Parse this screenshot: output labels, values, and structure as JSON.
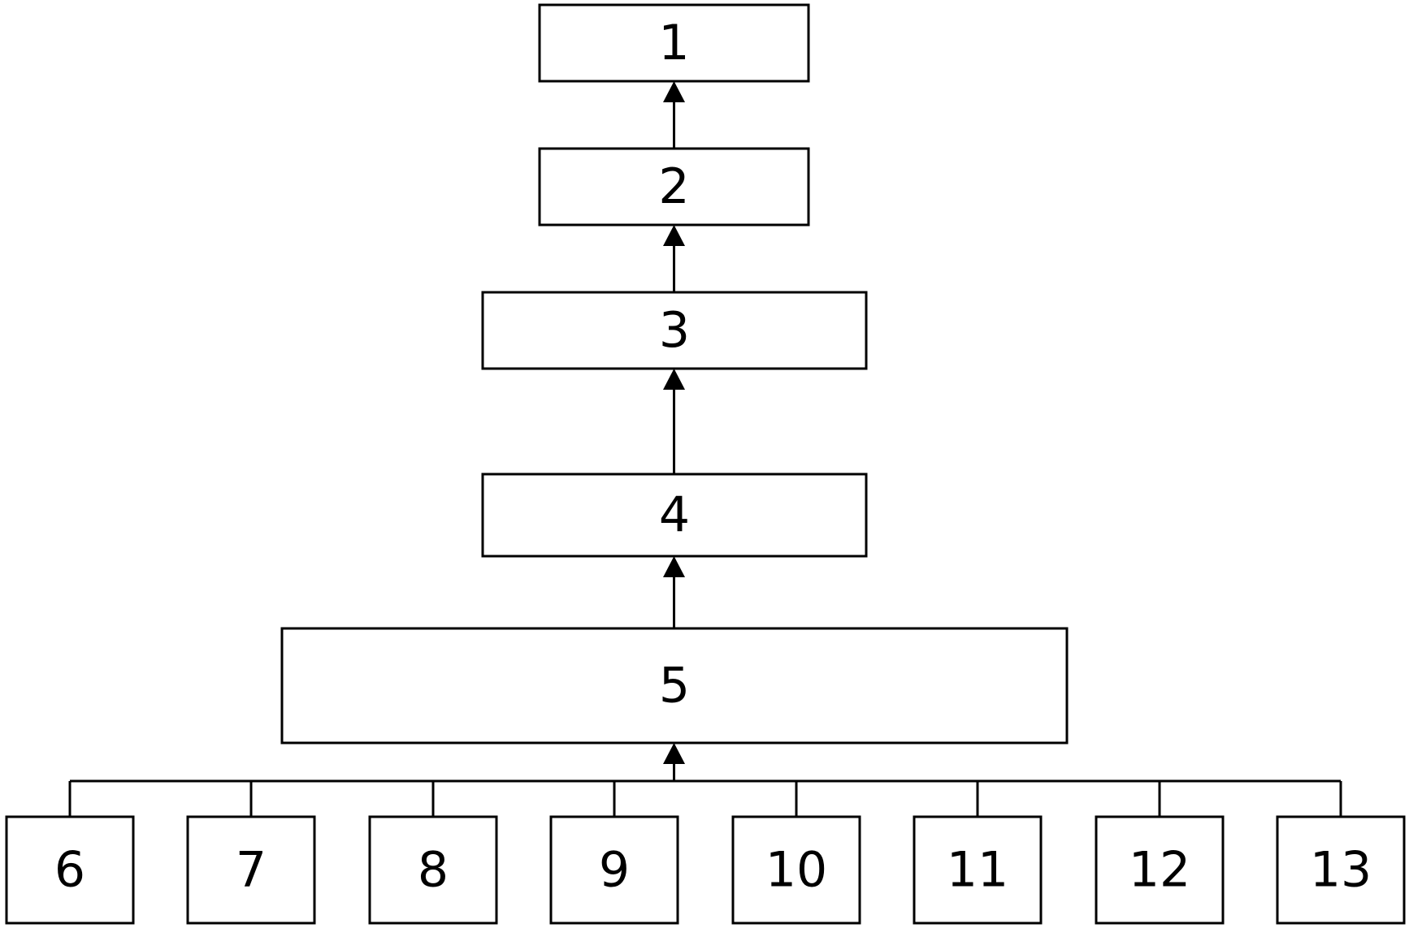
{
  "diagram": {
    "type": "block-hierarchy",
    "chain": [
      "1",
      "2",
      "3",
      "4",
      "5"
    ],
    "inputs": [
      "6",
      "7",
      "8",
      "9",
      "10",
      "11",
      "12",
      "13"
    ],
    "colors": {
      "stroke": "#000000",
      "fill": "#ffffff",
      "text": "#000000"
    },
    "edges": [
      {
        "from": "2",
        "to": "1"
      },
      {
        "from": "3",
        "to": "2"
      },
      {
        "from": "4",
        "to": "3"
      },
      {
        "from": "5",
        "to": "4"
      },
      {
        "from": "6",
        "to": "5"
      },
      {
        "from": "7",
        "to": "5"
      },
      {
        "from": "8",
        "to": "5"
      },
      {
        "from": "9",
        "to": "5"
      },
      {
        "from": "10",
        "to": "5"
      },
      {
        "from": "11",
        "to": "5"
      },
      {
        "from": "12",
        "to": "5"
      },
      {
        "from": "13",
        "to": "5"
      }
    ]
  }
}
